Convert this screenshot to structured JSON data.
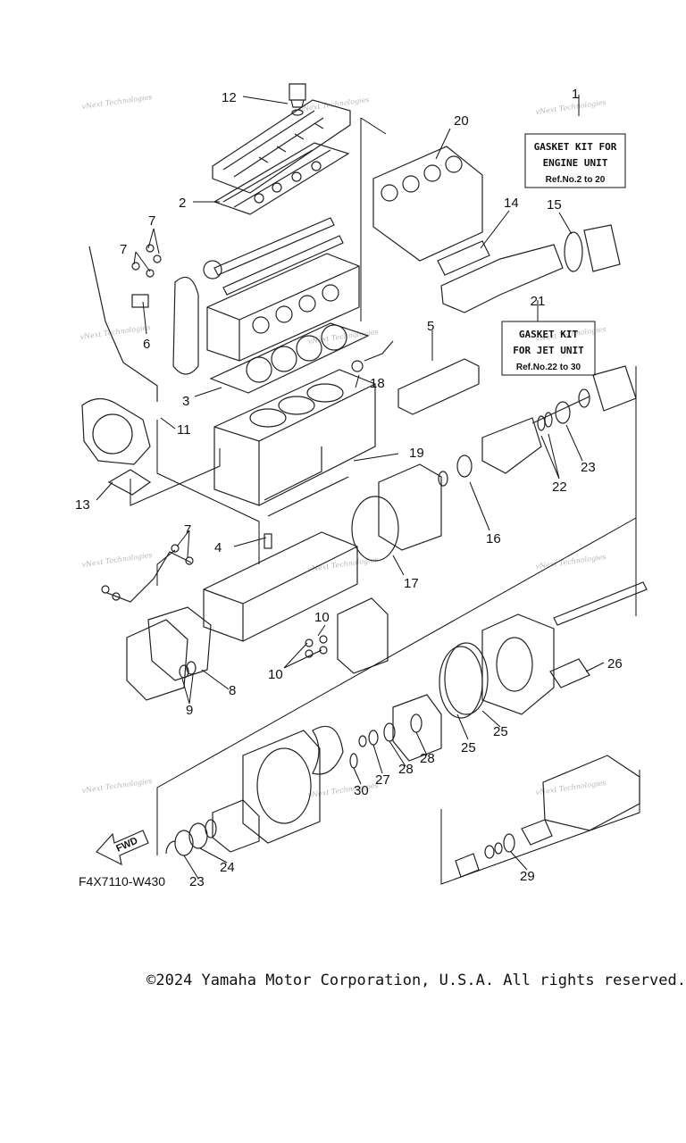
{
  "diagram": {
    "code": "F4X7110-W430",
    "fwd_label": "FWD",
    "watermark": "vNext Technologies",
    "kits": [
      {
        "ref": "1",
        "line1": "GASKET KIT FOR",
        "line2": "ENGINE UNIT",
        "line3": "Ref.No.2 to 20"
      },
      {
        "ref": "21",
        "line1": "GASKET KIT",
        "line2": "FOR JET UNIT",
        "line3": "Ref.No.22 to 30"
      }
    ],
    "callouts": [
      "12",
      "20",
      "2",
      "7",
      "7",
      "6",
      "3",
      "11",
      "13",
      "14",
      "15",
      "18",
      "5",
      "19",
      "4",
      "16",
      "17",
      "22",
      "23",
      "7",
      "10",
      "10",
      "8",
      "9",
      "26",
      "25",
      "25",
      "28",
      "28",
      "27",
      "30",
      "24",
      "23",
      "29"
    ]
  },
  "footer": {
    "copyright": "©2024 Yamaha Motor Corporation, U.S.A. All rights reserved."
  }
}
